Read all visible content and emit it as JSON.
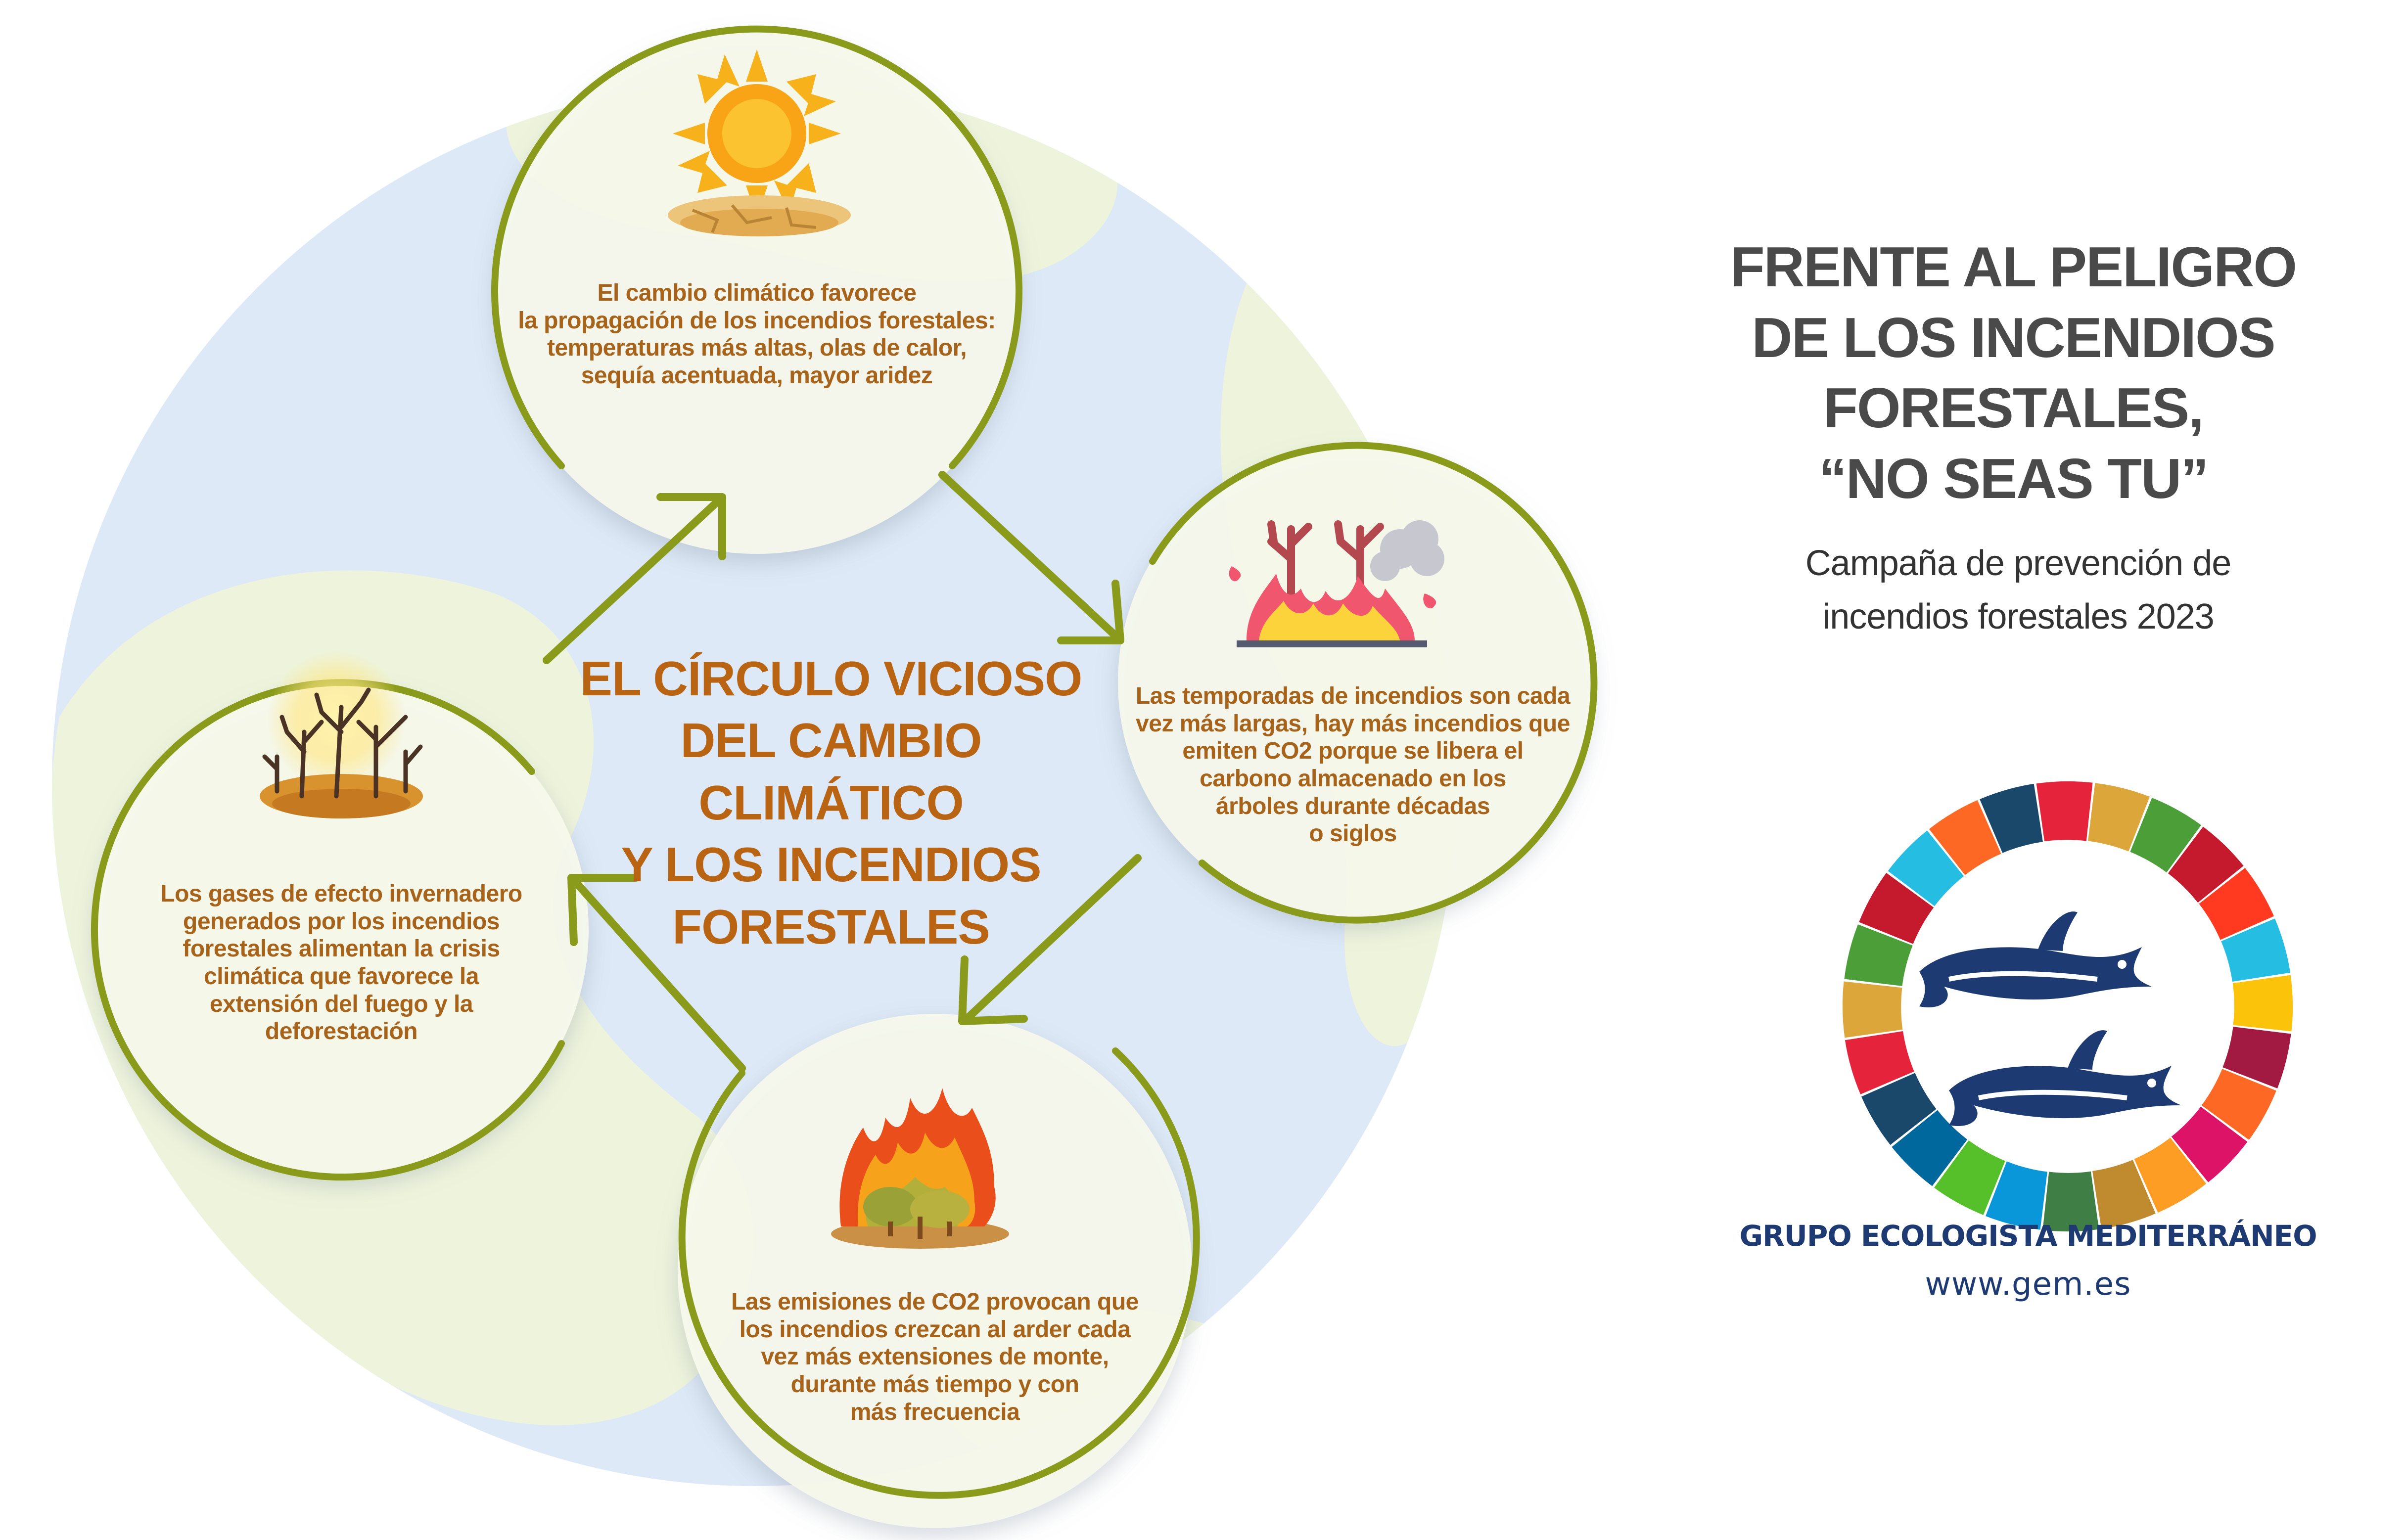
{
  "diagram": {
    "center_title": "EL CÍRCULO VICIOSO\nDEL  CAMBIO CLIMÁTICO\nY LOS INCENDIOS\nFORESTALES",
    "panels": [
      {
        "id": "top",
        "icon": "sun-heat-icon",
        "text": "El cambio climático favorece\nla propagación de los incendios forestales:\ntemperaturas más altas, olas de calor,\nsequía acentuada, mayor aridez"
      },
      {
        "id": "right",
        "icon": "forest-fire-icon",
        "text": "Las temporadas de incendios son cada\nvez más largas, hay más incendios que\nemiten CO2  porque se libera el\ncarbono almacenado en los\nárboles durante décadas\no siglos"
      },
      {
        "id": "bottom",
        "icon": "burning-bushes-icon",
        "text": "Las emisiones de CO2 provocan que\nlos incendios crezcan al arder cada\nvez más extensiones de monte,\ndurante más tiempo y con\nmás frecuencia"
      },
      {
        "id": "left",
        "icon": "dry-trees-icon",
        "text": "Los gases de efecto invernadero\ngenerados por los incendios\nforestales alimentan la crisis\nclimática que favorece la\nextensión del fuego  y la\ndeforestación"
      }
    ]
  },
  "campaign": {
    "headline": "FRENTE AL PELIGRO\nDE LOS INCENDIOS FORESTALES,\n“NO SEAS TU”",
    "subtitle": "Campaña de prevención de\nincendios forestales 2023"
  },
  "organization": {
    "name": "GRUPO ECOLOGISTA MEDITERRÁNEO",
    "url": "www.gem.es",
    "logo_icon": "dolphins-sdg-ring-icon",
    "text_color": "#1d3a73"
  },
  "colors": {
    "circle_outline": "#8a9a1b",
    "panel_text": "#a8631a",
    "center_title": "#b86412",
    "globe_ocean": "#dde9f6",
    "globe_land": "#eef4dc"
  }
}
